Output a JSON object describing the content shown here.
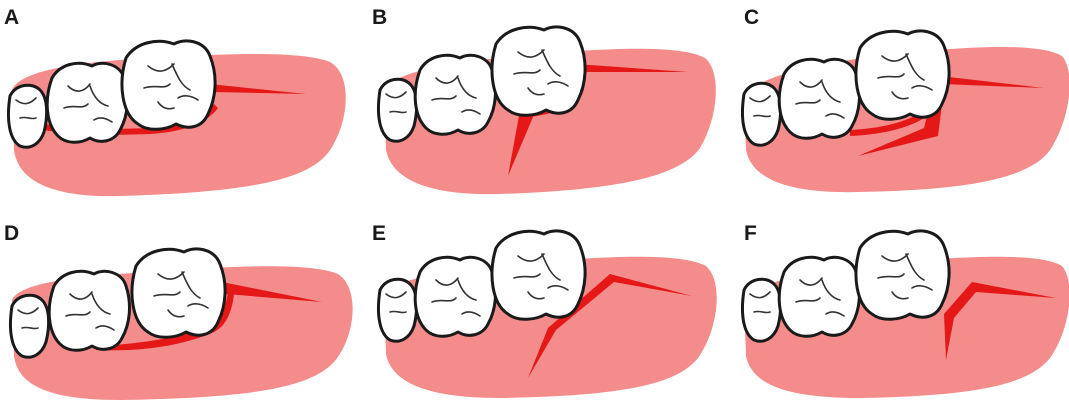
{
  "colors": {
    "gingiva": "#f48c8c",
    "incision": "#e51818",
    "tooth_fill": "#ffffff",
    "tooth_outline": "#1a1a1a"
  },
  "panels": [
    {
      "label": "A",
      "flap_design": "envelope-distal-relieving"
    },
    {
      "label": "B",
      "flap_design": "distal-relieving-plus-vertical-release"
    },
    {
      "label": "C",
      "flap_design": "sulcular-angled-release"
    },
    {
      "label": "D",
      "flap_design": "sulcular-extended-distal"
    },
    {
      "label": "E",
      "flap_design": "remote-angled-incision"
    },
    {
      "label": "F",
      "flap_design": "remote-short-angled-incision"
    }
  ]
}
